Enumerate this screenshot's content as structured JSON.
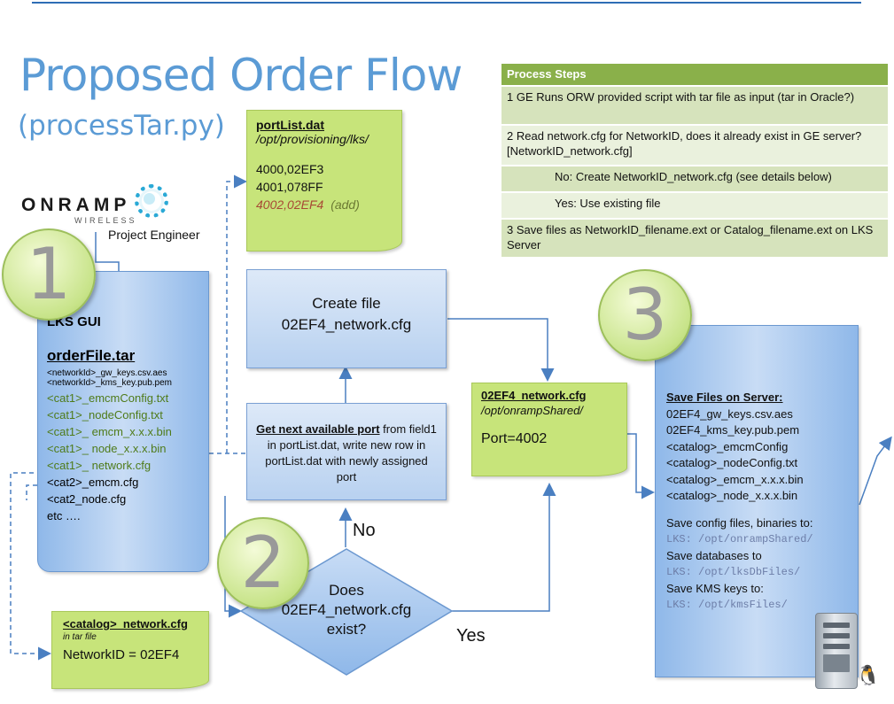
{
  "header": {
    "title": "Proposed Order Flow",
    "subtitle": "(processTar.py)"
  },
  "logo": {
    "brand": "ONRAMP",
    "tagline": "WIRELESS",
    "role": "Project Engineer"
  },
  "process_steps": {
    "heading": "Process Steps",
    "rows": [
      "1     GE Runs ORW provided script with tar file as input (tar in Oracle?)",
      "2  Read network.cfg for NetworkID, does it already exist in GE server? [NetworkID_network.cfg]",
      "No:  Create NetworkID_network.cfg (see details below)",
      "Yes:  Use existing file",
      "3  Save files as NetworkID_filename.ext or Catalog_filename.ext on LKS Server"
    ]
  },
  "portlist": {
    "title": "portList.dat",
    "path": "/opt/provisioning/lks/",
    "entries": [
      "4000,02EF3",
      "4001,078FF"
    ],
    "new_entry": "4002,02EF4",
    "new_note": "(add)"
  },
  "lks_gui": {
    "title": "LKS GUI",
    "file": "orderFile.tar",
    "small_items": [
      "<networkId>_gw_keys.csv.aes",
      "<networkId>_kms_key.pub.pem"
    ],
    "green_items": [
      "<cat1>_emcmConfig.txt",
      "<cat1>_nodeConfig.txt",
      "<cat1>_ emcm_x.x.x.bin",
      "<cat1>_ node_x.x.x.bin",
      "<cat1>_ network.cfg"
    ],
    "other_items": [
      "<cat2>_emcm.cfg",
      "<cat2_node.cfg",
      "etc …."
    ]
  },
  "create_file": {
    "line1": "Create file",
    "line2": "02EF4_network.cfg"
  },
  "next_port": {
    "bold": "Get next available port",
    "rest": " from field1 in portList.dat, write new row in portList.dat with newly assigned port"
  },
  "decision": {
    "line1": "Does",
    "line2": "02EF4_network.cfg",
    "line3": "exist?",
    "no_label": "No",
    "yes_label": "Yes"
  },
  "network_cfg": {
    "title": "02EF4_network.cfg",
    "path": "/opt/onrampShared/",
    "value": "Port=4002"
  },
  "catalog_cfg": {
    "title": "<catalog>_network.cfg",
    "note": "in tar file",
    "value": "NetworkID = 02EF4"
  },
  "server_files": {
    "title": "Save Files on Server:",
    "files": [
      "02EF4_gw_keys.csv.aes",
      "02EF4_kms_key.pub.pem",
      "<catalog>_emcmConfig",
      "<catalog>_nodeConfig.txt",
      "<catalog>_emcm_x.x.x.bin",
      "<catalog>_node_x.x.x.bin"
    ],
    "config_label": "Save config files, binaries to:",
    "config_path": "LKS: /opt/onrampShared/",
    "db_label": "Save databases to",
    "db_path": "LKS: /opt/lksDbFiles/",
    "kms_label": "Save KMS keys to:",
    "kms_path": "LKS: /opt/kmsFiles/"
  },
  "step_numbers": [
    "1",
    "2",
    "3"
  ],
  "colors": {
    "title_blue": "#5b9bd5",
    "doc_green": "#c7e47a",
    "doc_blue": "#a9c9ef",
    "steps_header": "#8ab04a",
    "arrow": "#4a7fc1"
  },
  "icons": [
    "server-icon",
    "linux-penguin-icon"
  ]
}
